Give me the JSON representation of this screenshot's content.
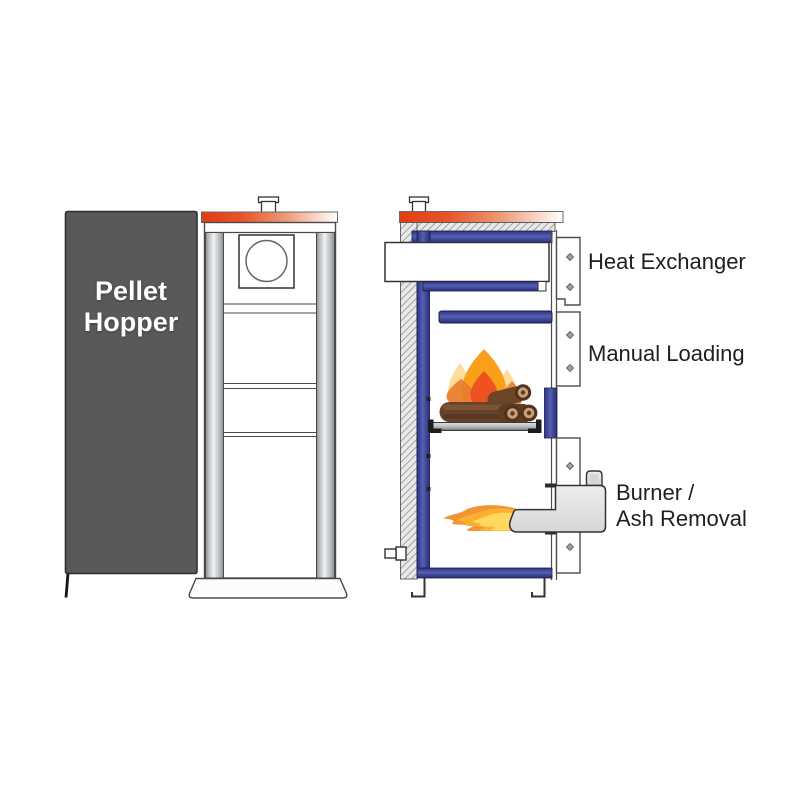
{
  "diagram": {
    "type": "pellet-boiler-cutaway",
    "hopper": {
      "line1": "Pellet",
      "line2": "Hopper"
    },
    "callouts": {
      "heat_exchanger": "Heat Exchanger",
      "manual_loading": "Manual Loading",
      "burner_line1": "Burner /",
      "burner_line2": "Ash Removal"
    },
    "colors": {
      "hopper_gray": "#58595b",
      "cap_orange": "#e23c10",
      "water_jacket_blue": "#2a318c",
      "flame_yellow": "#f9a01b",
      "flame_red": "#ef5222",
      "flame_pale": "#f5c24b",
      "log_brown": "#66422a",
      "burner_gray": "#eceded",
      "label_text": "#1f1f1f"
    }
  }
}
